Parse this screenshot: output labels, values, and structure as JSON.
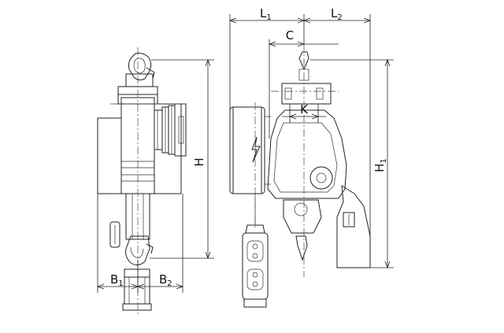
{
  "labels": {
    "l1_main": "L",
    "l1_sub": "1",
    "l2_main": "L",
    "l2_sub": "2",
    "c": "C",
    "k": "K",
    "h": "H",
    "h1_main": "H",
    "h1_sub": "1",
    "b1_main": "B",
    "b1_sub": "1",
    "b2_main": "B",
    "b2_sub": "2"
  },
  "icons": {
    "lightning": "lightning-bolt-icon"
  }
}
